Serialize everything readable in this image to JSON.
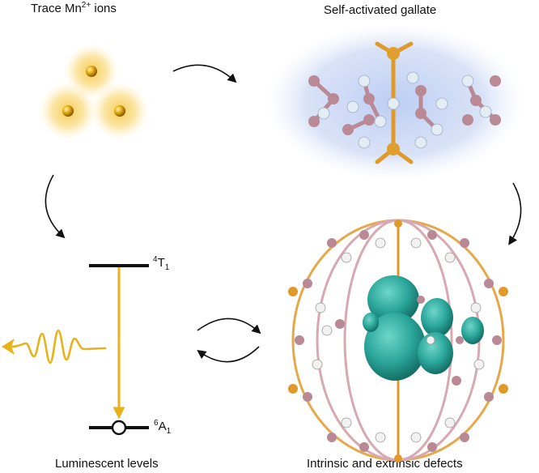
{
  "panels": {
    "top_left": {
      "caption_main": "Trace Mn",
      "caption_sup": "2+",
      "caption_tail": " ions"
    },
    "top_right": {
      "caption": "Self-activated gallate"
    },
    "bottom_left": {
      "caption": "Luminescent levels",
      "upper_level": {
        "sup": "4",
        "main": "T",
        "sub": "1"
      },
      "lower_level": {
        "sup": "6",
        "main": "A",
        "sub": "1"
      }
    },
    "bottom_right": {
      "caption": "Intrinsic and extrinsic defects"
    }
  },
  "colors": {
    "gold": "#e8b21a",
    "glow": "#f7c948",
    "pink_atom": "#b98a96",
    "white_atom": "#e4ecf4",
    "teal": "#2aa59a",
    "orange_bond": "#e09a2a",
    "blue_halo": "#c9d7f4"
  }
}
